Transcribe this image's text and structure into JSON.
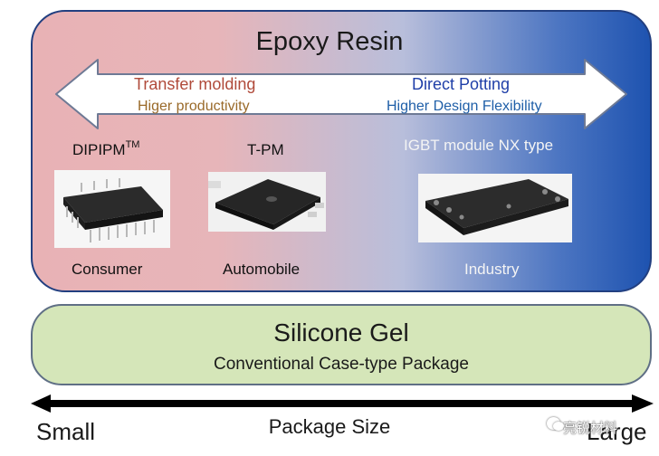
{
  "epoxy": {
    "title": "Epoxy Resin",
    "left_method": "Transfer molding",
    "left_benefit": "Higer productivity",
    "right_method": "Direct Potting",
    "right_benefit": "Higher Design Flexibility",
    "products": [
      {
        "name": "DIPIPM",
        "name_sup": "TM",
        "application": "Consumer",
        "image": "dipipm-module-photo"
      },
      {
        "name": "T-PM",
        "application": "Automobile",
        "image": "tpm-module-photo"
      },
      {
        "name": "IGBT module  NX type",
        "application": "Industry",
        "image": "igbt-nx-module-photo"
      }
    ]
  },
  "gel": {
    "title": "Silicone Gel",
    "subtitle": "Conventional Case-type Package"
  },
  "size_axis": {
    "left": "Small",
    "right": "Large",
    "title": "Package Size"
  },
  "watermark": "亮锐材料",
  "colors": {
    "epoxy_left": "#e8b2b5",
    "epoxy_right": "#1e53b0",
    "gel_fill": "#d5e6b9",
    "red_text": "#b04a3a",
    "blue_text": "#1f3fa8"
  }
}
